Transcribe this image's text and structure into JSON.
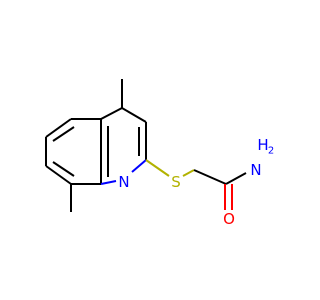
{
  "atoms": {
    "quinoline_n": {
      "symbol": "N",
      "color": "#0000ff"
    },
    "thioether_s": {
      "symbol": "S",
      "color": "#b2b200"
    },
    "carbonyl_o": {
      "symbol": "O",
      "color": "#ff0000"
    },
    "amide_n": {
      "symbol": "N",
      "color": "#0000ff"
    },
    "amide_h2": {
      "symbol": "H",
      "color": "#0000ff"
    }
  }
}
